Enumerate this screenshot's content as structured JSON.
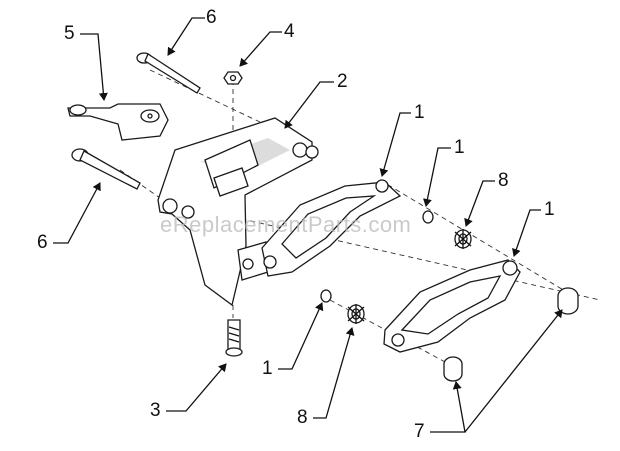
{
  "watermark": "eReplacementParts.com",
  "callouts": {
    "c1a": "1",
    "c1b": "1",
    "c1c": "1",
    "c1d": "1",
    "c2": "2",
    "c3": "3",
    "c4": "4",
    "c5": "5",
    "c6a": "6",
    "c6b": "6",
    "c7": "7",
    "c8a": "8",
    "c8b": "8"
  }
}
